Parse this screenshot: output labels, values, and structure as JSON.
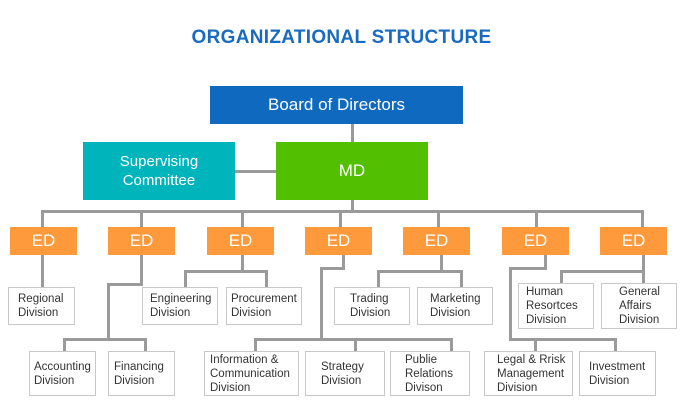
{
  "title": "ORGANIZATIONAL STRUCTURE",
  "colors": {
    "title": "#1a6bbf",
    "board": "#0f6abf",
    "supervising": "#00b4bc",
    "md": "#52bf00",
    "ed": "#ff9a3c",
    "connector": "#9a9a9a",
    "division_border": "#c8c8c8"
  },
  "board": "Board of Directors",
  "supervising": [
    "Supervising",
    "Committee"
  ],
  "md": "MD",
  "eds": [
    "ED",
    "ED",
    "ED",
    "ED",
    "ED",
    "ED",
    "ED"
  ],
  "divisions": {
    "regional": [
      "Regional",
      "Division"
    ],
    "accounting": [
      "Accounting",
      "Division"
    ],
    "financing": [
      "Financing",
      "Division"
    ],
    "engineering": [
      "Engineering",
      "Division"
    ],
    "procurement": [
      "Procurement",
      "Division"
    ],
    "info_comm": [
      "Information &",
      "Communication",
      "Division"
    ],
    "strategy": [
      "Strategy",
      "Division"
    ],
    "public_relations": [
      "Publie",
      "Relations",
      "Divison"
    ],
    "trading": [
      "Trading",
      "Division"
    ],
    "marketing": [
      "Marketing",
      "Division"
    ],
    "human_resources": [
      "Human",
      "Resortces",
      "Division"
    ],
    "general_affairs": [
      "General",
      "Affairs",
      "Division"
    ],
    "legal_risk": [
      "Legal & Rrisk",
      "Management",
      "Division"
    ],
    "investment": [
      "Investment",
      "Division"
    ]
  }
}
